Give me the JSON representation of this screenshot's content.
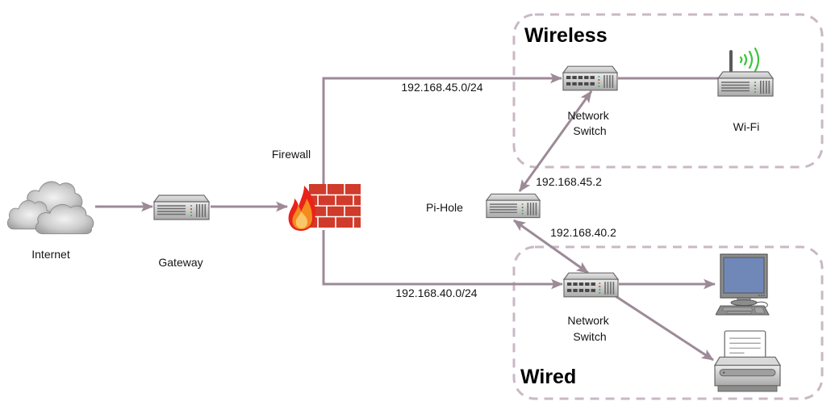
{
  "diagram": {
    "groups": {
      "wireless": {
        "label": "Wireless"
      },
      "wired": {
        "label": "Wired"
      }
    },
    "nodes": {
      "internet": {
        "label": "Internet",
        "icon": "cloud-icon"
      },
      "gateway": {
        "label": "Gateway",
        "icon": "server-icon"
      },
      "firewall": {
        "label": "Firewall",
        "icon": "firewall-icon"
      },
      "pihole": {
        "label": "Pi-Hole",
        "icon": "server-icon"
      },
      "wireless_switch": {
        "label_lines": [
          "Network",
          "Switch"
        ],
        "icon": "network-switch-icon"
      },
      "wifi": {
        "label": "Wi-Fi",
        "icon": "wifi-router-icon"
      },
      "wired_switch": {
        "label_lines": [
          "Network",
          "Switch"
        ],
        "icon": "network-switch-icon"
      },
      "computer": {
        "icon": "desktop-computer-icon"
      },
      "printer": {
        "icon": "printer-icon"
      }
    },
    "edges": [
      {
        "from": "internet",
        "to": "gateway",
        "label": "",
        "arrow": "end"
      },
      {
        "from": "gateway",
        "to": "firewall",
        "label": "",
        "arrow": "end"
      },
      {
        "from": "firewall",
        "to": "wireless_switch",
        "label": "192.168.45.0/24",
        "arrow": "end"
      },
      {
        "from": "firewall",
        "to": "wired_switch",
        "label": "192.168.40.0/24",
        "arrow": "end"
      },
      {
        "from": "wireless_switch",
        "to": "wifi",
        "label": "",
        "arrow": "none"
      },
      {
        "from": "pihole",
        "to": "wireless_switch",
        "label": "192.168.45.2",
        "arrow": "both"
      },
      {
        "from": "pihole",
        "to": "wired_switch",
        "label": "192.168.40.2",
        "arrow": "both"
      },
      {
        "from": "wired_switch",
        "to": "computer",
        "label": "",
        "arrow": "end"
      },
      {
        "from": "wired_switch",
        "to": "printer",
        "label": "",
        "arrow": "end"
      }
    ],
    "colors": {
      "edge": "#9d8a97",
      "group_border": "#c9b8c5",
      "wifi_signal": "#3cc43c",
      "brick": "#d03b2b",
      "screen": "#6f88b8"
    }
  }
}
